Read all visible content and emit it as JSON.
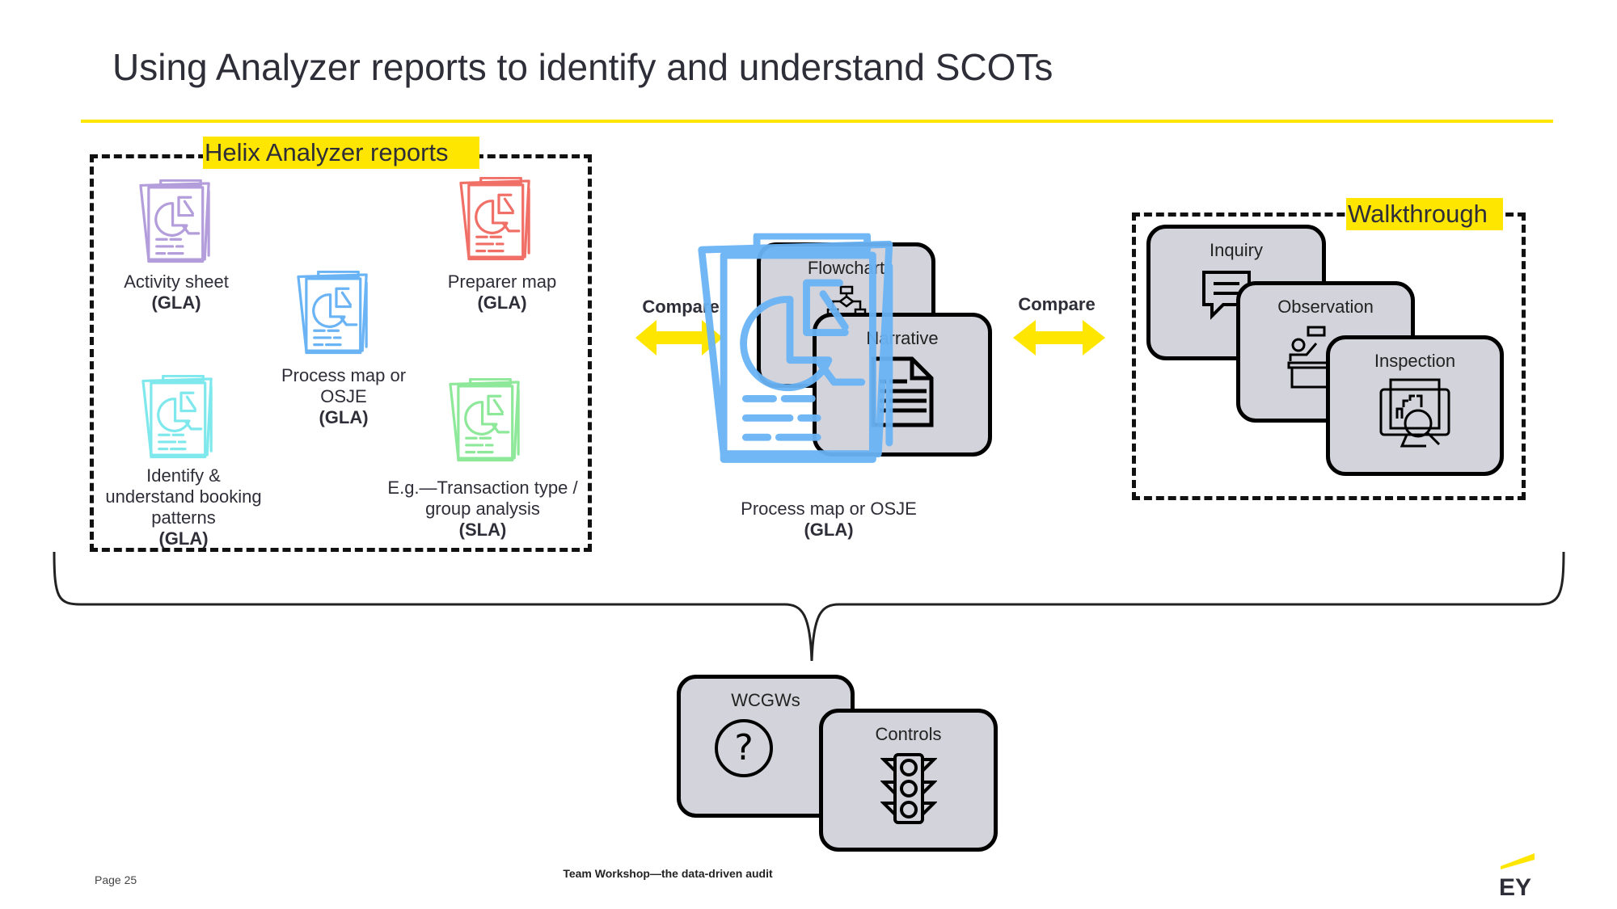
{
  "title": "Using Analyzer reports to identify and understand SCOTs",
  "colors": {
    "accent": "#ffe600",
    "purple": "#b39ddb",
    "red": "#f07068",
    "blue": "#6ab4f5",
    "cyan": "#7ee8ec",
    "green": "#8ee89a",
    "box": "#d3d3db"
  },
  "analyzer": {
    "heading": "Helix Analyzer reports",
    "reports": [
      {
        "label": "Activity sheet",
        "tag": "(GLA)",
        "icon": "report-icon"
      },
      {
        "label": "Preparer map",
        "tag": "(GLA)",
        "icon": "report-icon"
      },
      {
        "label_1": "Process map or",
        "label_2": "OSJE",
        "tag": "(GLA)",
        "icon": "report-icon"
      },
      {
        "label_1": "Identify &",
        "label_2": "understand booking",
        "label_3": "patterns",
        "tag": "(GLA)",
        "icon": "report-icon"
      },
      {
        "label_1": "E.g.—Transaction type /",
        "label_2": "group analysis",
        "tag": "(SLA)",
        "icon": "report-icon"
      }
    ]
  },
  "compare_left": "Compare",
  "compare_right": "Compare",
  "process": {
    "flowchart": "Flowchart",
    "narrative": "Narrative",
    "caption": "Process map or OSJE",
    "tag": "(GLA)"
  },
  "walkthrough": {
    "heading": "Walkthrough",
    "inquiry": "Inquiry",
    "observation": "Observation",
    "inspection": "Inspection"
  },
  "outcomes": {
    "wcgws": "WCGWs",
    "controls": "Controls"
  },
  "footer": {
    "page": "Page 25",
    "workshop": "Team Workshop—the data-driven audit",
    "logo": "EY"
  }
}
